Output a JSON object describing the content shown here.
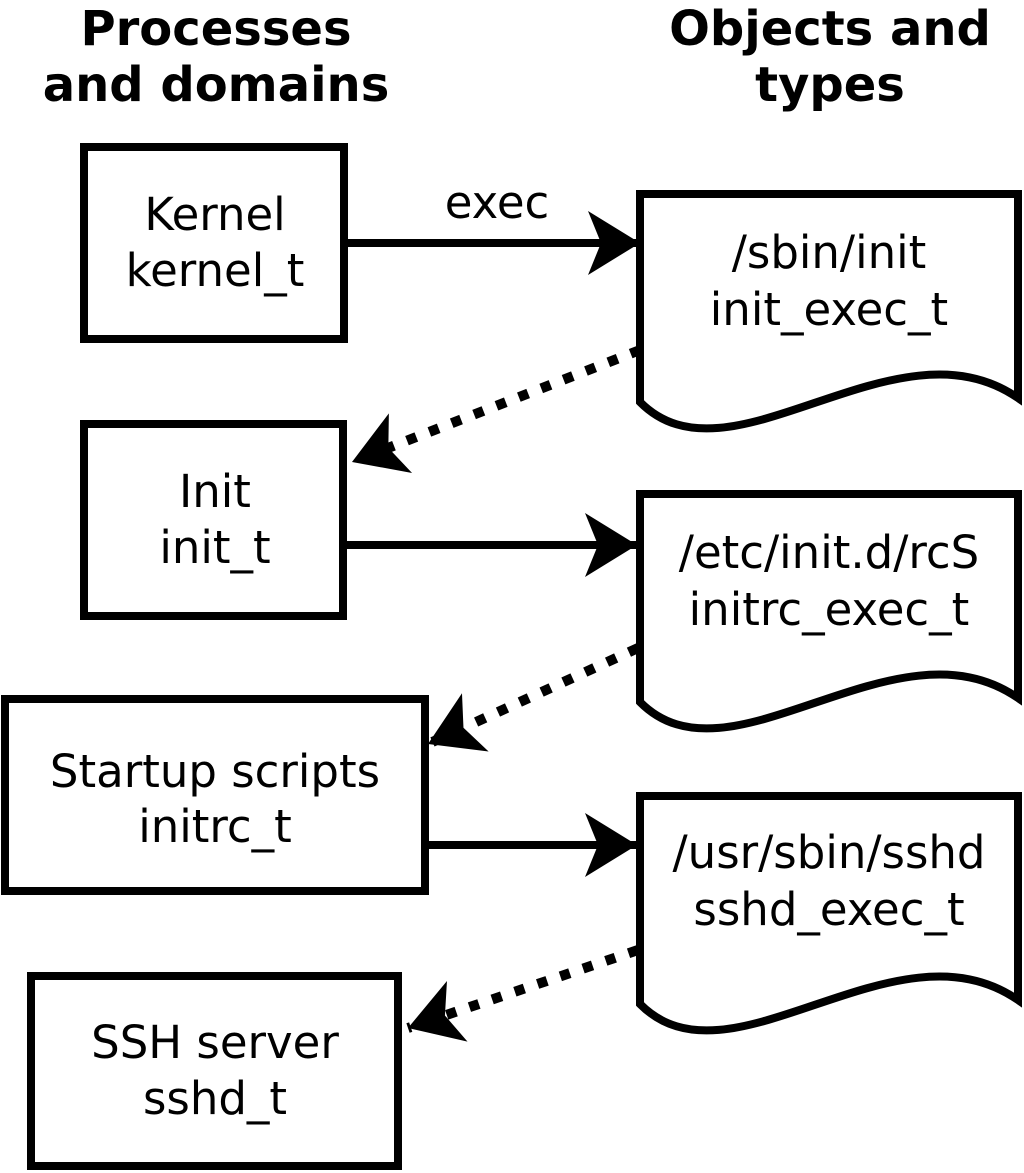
{
  "diagram": {
    "left_column_title": {
      "line1": "Processes",
      "line2": "and domains"
    },
    "right_column_title": {
      "line1": "Objects and",
      "line2": "types"
    },
    "exec_label": "exec",
    "processes": [
      {
        "name": "Kernel",
        "type": "kernel_t"
      },
      {
        "name": "Init",
        "type": "init_t"
      },
      {
        "name": "Startup scripts",
        "type": "initrc_t"
      },
      {
        "name": "SSH server",
        "type": "sshd_t"
      }
    ],
    "objects": [
      {
        "path": "/sbin/init",
        "type": "init_exec_t"
      },
      {
        "path": "/etc/init.d/rcS",
        "type": "initrc_exec_t"
      },
      {
        "path": "/usr/sbin/sshd",
        "type": "sshd_exec_t"
      }
    ],
    "colors": {
      "stroke": "#000000",
      "background": "#ffffff",
      "shape_fill": "#ffffff"
    }
  }
}
